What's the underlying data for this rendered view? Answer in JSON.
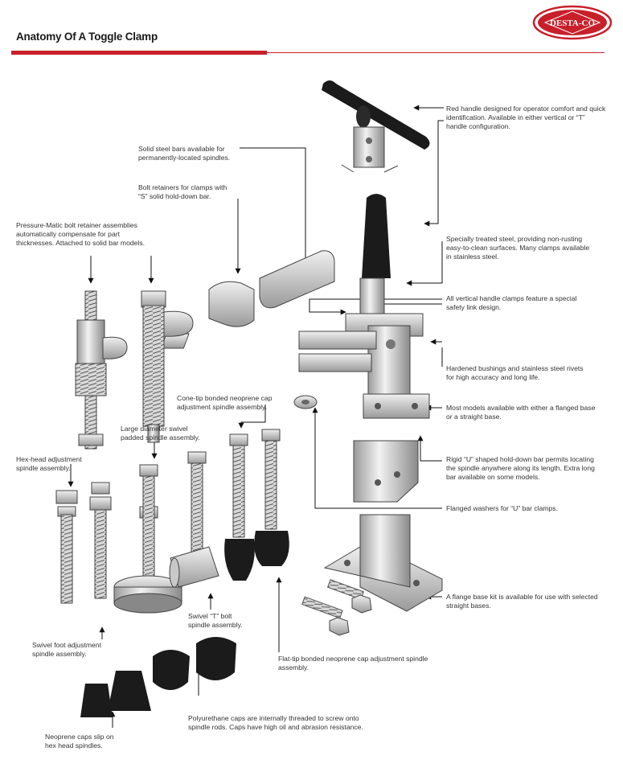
{
  "brand": {
    "logo_text": "DESTA-CO",
    "accent": "#c8202b"
  },
  "title": "Anatomy Of A Toggle Clamp",
  "callouts": {
    "red_handle": [
      "Red handle designed for operator comfort and quick",
      "identification. Available in either vertical or “T”",
      "handle configuration."
    ],
    "solid_bars": [
      "Solid steel bars available for",
      "permanently-located spindles."
    ],
    "bolt_retainers": [
      "Bolt retainers for clamps with",
      "“S” solid hold-down bar."
    ],
    "pressure_matic": [
      "Pressure-Matic bolt retainer assemblies",
      "automatically compensate for part",
      "thicknesses. Attached to solid bar models."
    ],
    "treated_steel": [
      "Specially treated steel, providing non-rusting",
      "easy-to-clean surfaces. Many clamps available",
      "in stainless steel."
    ],
    "safety_link": [
      "All vertical handle clamps feature a special",
      "safety link design."
    ],
    "bushings": [
      "Hardened bushings and stainless steel rivets",
      "for high accuracy and long life."
    ],
    "flanged_base": [
      "Most models available with either a flanged base",
      "or a straight base."
    ],
    "cone_tip": [
      "Cone-tip bonded neoprene cap",
      "adjustment spindle assembly."
    ],
    "swivel_padded": [
      "Large diameter swivel",
      "padded spindle assembly."
    ],
    "hex_head": [
      "Hex-head adjustment",
      "spindle assembly."
    ],
    "u_bar": [
      "Rigid “U” shaped hold-down bar permits locating",
      "the spindle anywhere along its length. Extra long",
      "bar available on some models."
    ],
    "flanged_washers": [
      "Flanged washers for “U” bar clamps."
    ],
    "flange_kit": [
      "A flange base kit is available for use with selected",
      "straight bases."
    ],
    "swivel_t": [
      "Swivel “T” bolt",
      "spindle assembly."
    ],
    "swivel_foot": [
      "Swivel foot adjustment",
      "spindle assembly."
    ],
    "flat_tip": [
      "Flat-tip bonded neoprene cap adjustment spindle",
      "assembly."
    ],
    "polyurethane": [
      "Polyurethane caps are internally threaded to screw onto",
      "spindle rods. Caps have high oil and abrasion resistance."
    ],
    "neoprene_caps": [
      "Neoprene caps slip on",
      "hex head spindles."
    ]
  }
}
